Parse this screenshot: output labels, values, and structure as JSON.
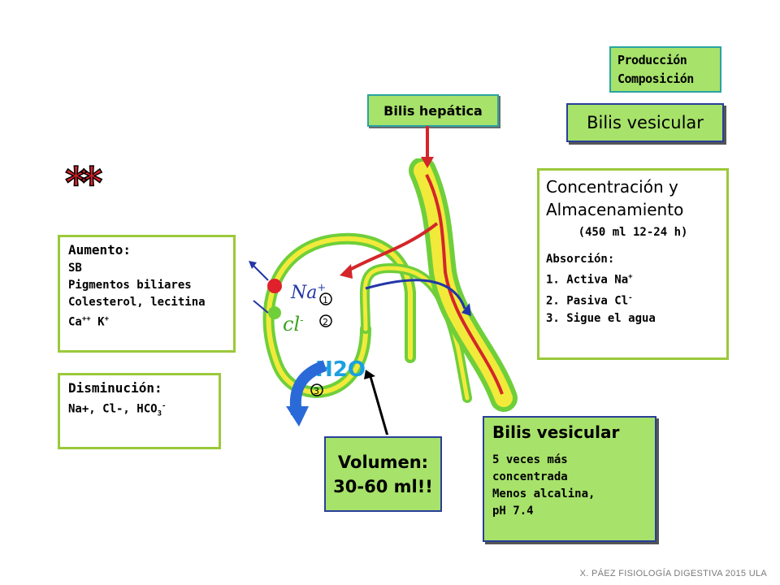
{
  "top_right": {
    "line1": "Producción",
    "line2": "Composición"
  },
  "hepatic_label": "Bilis hepática",
  "vesicular_top_label": "Bilis vesicular",
  "stars": "**",
  "concentration": {
    "line1": "Concentración y",
    "line2": "Almacenamiento",
    "duration": "(450 ml 12-24 h)",
    "absorption_title": "Absorción:",
    "item1_prefix": "1. Activa Na",
    "item1_sup": "+",
    "item2_prefix": "2. Pasiva Cl",
    "item2_sup": "-",
    "item3": "3. Sigue el agua"
  },
  "increase": {
    "title": "Aumento:",
    "items": [
      "SB",
      "Pigmentos biliares",
      "Colesterol, lecitina"
    ],
    "ions_ca": "Ca",
    "ions_ca_sup": "++",
    "ions_k": " K",
    "ions_k_sup": "+"
  },
  "decrease": {
    "title": "Disminución:",
    "ions_prefix": "Na+, Cl-, HCO",
    "ions_sub": "3",
    "ions_sup": "-"
  },
  "volume": {
    "line1": "Volumen:",
    "line2": "30-60 ml!!"
  },
  "vesicular_bottom": {
    "title": "Bilis vesicular",
    "lines": [
      "5 veces más",
      "concentrada",
      "Menos alcalina,",
      "pH 7.4"
    ]
  },
  "drawing_labels": {
    "na": "Na",
    "na_sup": "+",
    "cl": "cl",
    "cl_sup": "-",
    "water": "H2O",
    "n1": "1",
    "n2": "2",
    "n3": "3"
  },
  "footer": "X. PÁEZ  FISIOLOGÍA DIGESTIVA 2015 ULA",
  "colors": {
    "box_green": "#a7e26a",
    "border_green": "#9bc93a",
    "stars_red": "#e0202a",
    "arrow_red": "#d4262a",
    "duct_yellow": "#f2ea3a",
    "duct_green": "#6fcf3a",
    "arrow_blue": "#2236a8"
  }
}
